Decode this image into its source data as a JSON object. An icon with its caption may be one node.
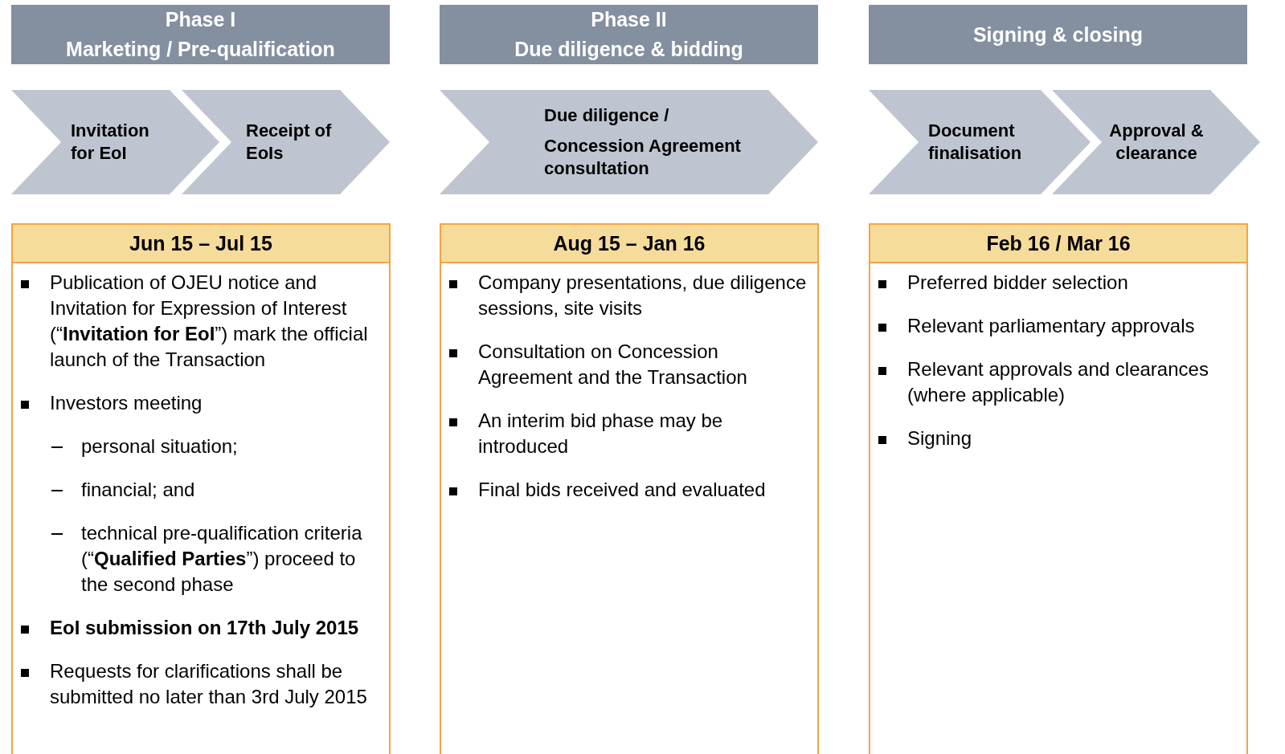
{
  "diagram": {
    "nodes": [
      {
        "text": [
          "Phase I",
          "Marketing / Pre-qualification"
        ]
      },
      {
        "text": [
          "Phase II",
          "Due diligence & bidding"
        ]
      },
      {
        "text": [
          "Signing & closing"
        ]
      },
      {
        "text": [
          "Invitation for EoI"
        ]
      },
      {
        "text": [
          "Receipt of EoIs"
        ]
      },
      {
        "text": [
          "Due diligence /",
          "Concession Agreement consultation"
        ]
      },
      {
        "text": [
          "Document finalisation"
        ]
      },
      {
        "text": [
          "Approval & clearance"
        ]
      },
      {
        "text": [
          "Jun 15 – Jul 15",
          "Publication of OJEU notice and Invitation for Expression of Interest (“**Invitation for EoI**”) mark the official launch of the Transaction",
          "Investors meeting",
          "personal situation;",
          "financial; and",
          "technical pre-qualification criteria (“**Qualified Parties**”) proceed to the second phase",
          "EoI submission on 17th July 2015",
          "Requests for clarifications shall be submitted no later than 3rd July 2015"
        ]
      },
      {
        "text": [
          "Aug 15 – Jan 16",
          "Company presentations, due diligence sessions, site visits",
          "Consultation on Concession Agreement and the Transaction",
          "An interim bid phase may be introduced",
          "Final bids received and evaluated"
        ]
      },
      {
        "text": [
          "Feb 16 / Mar 16",
          "Preferred bidder selection",
          "Relevant parliamentary approvals",
          "Relevant approvals and clearances (where applicable)",
          "Signing"
        ]
      }
    ]
  }
}
